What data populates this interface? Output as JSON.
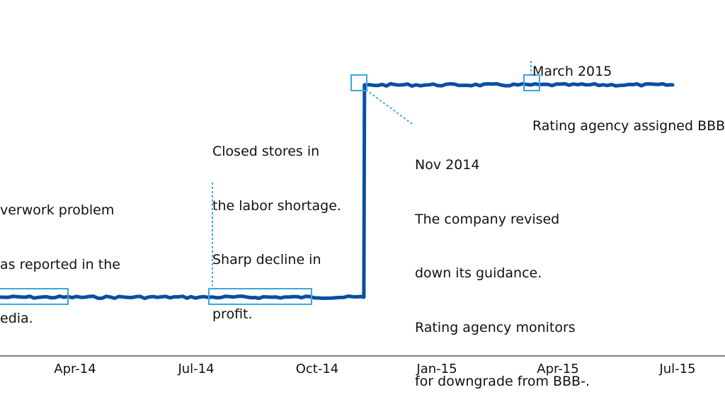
{
  "chart_data": {
    "type": "line",
    "title": "",
    "xlabel": "",
    "ylabel": "",
    "grid": false,
    "legend": "none",
    "x_ticks": [
      "Apr-14",
      "Jul-14",
      "Oct-14",
      "Jan-15",
      "Apr-15",
      "Jul-15"
    ],
    "series": [
      {
        "color": "#0a4ea2",
        "levels": [
          {
            "from": "2014-02-15",
            "to": "2014-11-13",
            "value": "low"
          },
          {
            "from": "2014-11-14",
            "to": "2015-07-01",
            "value": "high"
          }
        ]
      }
    ],
    "annotations": [
      {
        "id": "overwork",
        "lines": [
          "verwork problem",
          "as reported in the",
          "edia."
        ],
        "box_from": "2014-02-15",
        "box_to": "2014-03-24",
        "level": "low"
      },
      {
        "id": "closed",
        "lines": [
          "Closed stores in",
          "the labor shortage.",
          "Sharp decline in",
          "profit."
        ],
        "box_from": "2014-07-01",
        "box_to": "2014-09-15",
        "level": "low"
      },
      {
        "id": "nov",
        "lines": [
          "Nov 2014",
          "The company revised",
          "down its guidance.",
          "Rating agency monitors",
          "for downgrade from BBB-."
        ],
        "box_at": "2014-11-13",
        "level": "high"
      },
      {
        "id": "march",
        "lines": [
          "March 2015",
          "Rating agency assigned BBB-"
        ],
        "box_at": "2015-03-18",
        "level": "high"
      }
    ],
    "colors": {
      "line": "#0a4ea2",
      "highlight": "#3aa6df",
      "axis": "#555555",
      "text": "#111111"
    }
  }
}
